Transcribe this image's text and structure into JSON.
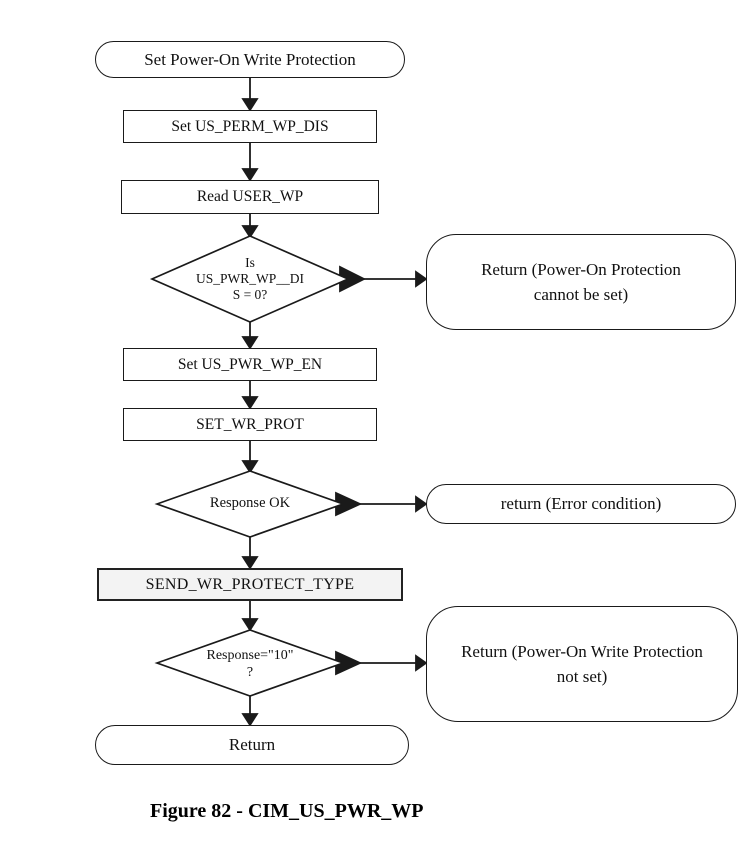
{
  "colors": {
    "line": "#1a1a1a",
    "node_fill": "#ffffff",
    "send_box_fill": "#f3f3f3",
    "text": "#111111"
  },
  "nodes": {
    "start": {
      "label": "Set Power-On Write Protection"
    },
    "set_us_perm_wp_dis": {
      "label": "Set US_PERM_WP_DIS"
    },
    "read_user_wp": {
      "label": "Read USER_WP"
    },
    "decision_us_pwr_wp_dis": {
      "line1": "Is",
      "line2": "US_PWR_WP__DI",
      "line3": "S = 0?"
    },
    "return_cannot_be_set": {
      "label": "Return (Power-On Protection cannot be set)"
    },
    "set_us_pwr_wp_en": {
      "label": "Set US_PWR_WP_EN"
    },
    "set_wr_prot": {
      "label": "SET_WR_PROT"
    },
    "decision_response_ok": {
      "label": "Response OK"
    },
    "return_error_condition": {
      "label": "return (Error condition)"
    },
    "send_wr_protect_type": {
      "label": "SEND_WR_PROTECT_TYPE"
    },
    "decision_response_10": {
      "line1": "Response=\"10\"",
      "line2": "?"
    },
    "return_not_set": {
      "label": "Return (Power-On Write Protection not set)"
    },
    "return_end": {
      "label": "Return"
    }
  },
  "caption": {
    "text": "Figure 82 - CIM_US_PWR_WP"
  }
}
